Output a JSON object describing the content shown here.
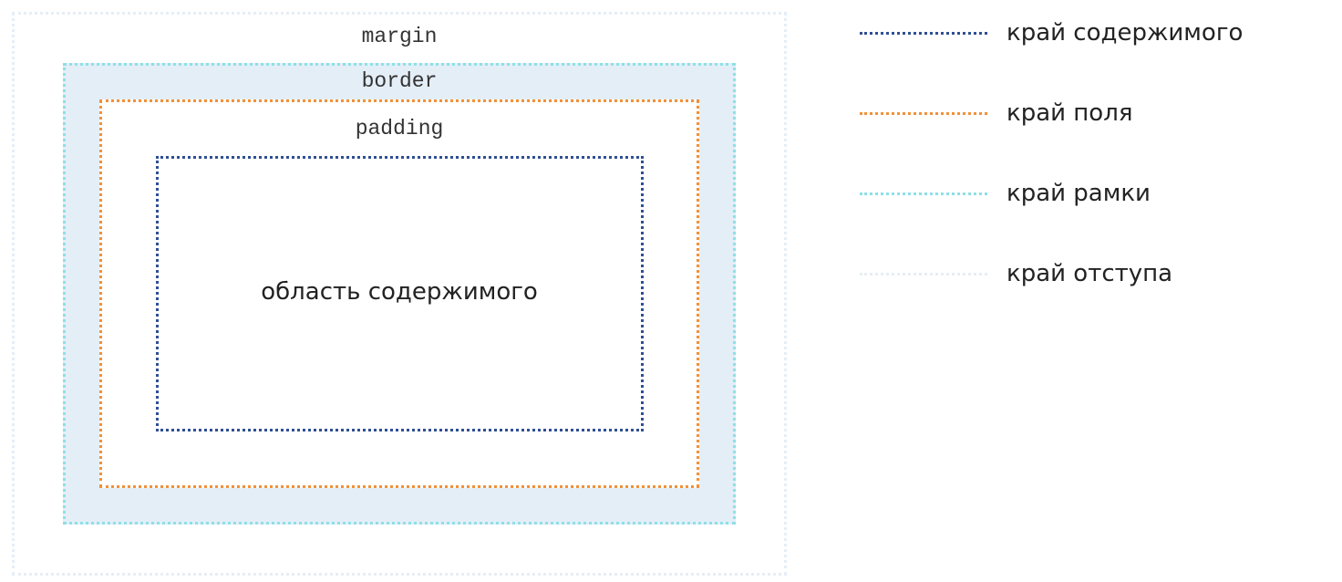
{
  "colors": {
    "content_edge": "#2f4f95",
    "padding_edge": "#f0913a",
    "border_edge": "#8ee0e6",
    "margin_edge": "#e6eef5",
    "border_fill": "#e4eef7"
  },
  "diagram": {
    "margin_label": "margin",
    "border_label": "border",
    "padding_label": "padding",
    "content_label": "область содержимого"
  },
  "legend": {
    "items": [
      {
        "label": "край содержимого",
        "color": "#2f4f95"
      },
      {
        "label": "край поля",
        "color": "#f0913a"
      },
      {
        "label": "край рамки",
        "color": "#8ee0e6"
      },
      {
        "label": "край отступа",
        "color": "#e6eef5"
      }
    ]
  }
}
